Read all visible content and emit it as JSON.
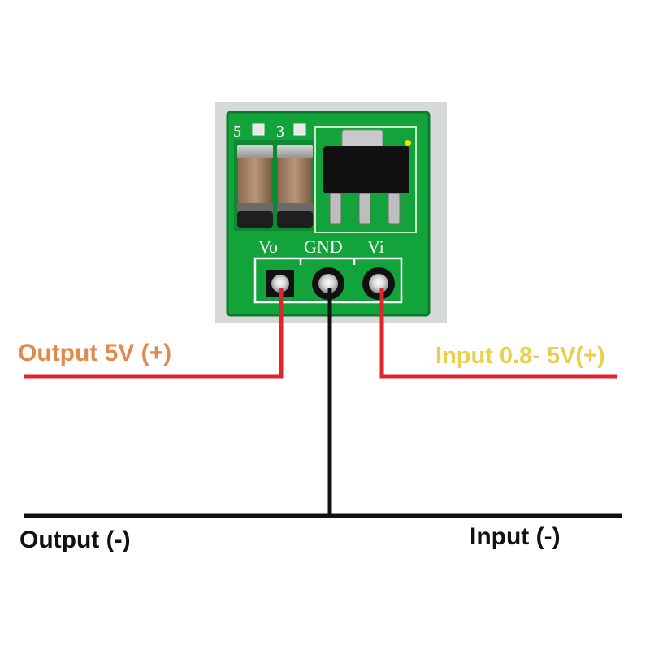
{
  "board": {
    "jumper_labels": [
      "5",
      "3"
    ],
    "pin_labels": {
      "vo": "Vo",
      "gnd": "GND",
      "vi": "Vi"
    }
  },
  "labels": {
    "output_positive": "Output 5V (+)",
    "input_positive": "Input 0.8- 5V(+)",
    "output_negative": "Output (-)",
    "input_negative": "Input (-)"
  },
  "colors": {
    "pcb_green": "#12a43a",
    "positive_wire": "#e0242b",
    "ground_wire": "#111111",
    "output_label": "#e08a4e",
    "input_label": "#ead04a"
  }
}
